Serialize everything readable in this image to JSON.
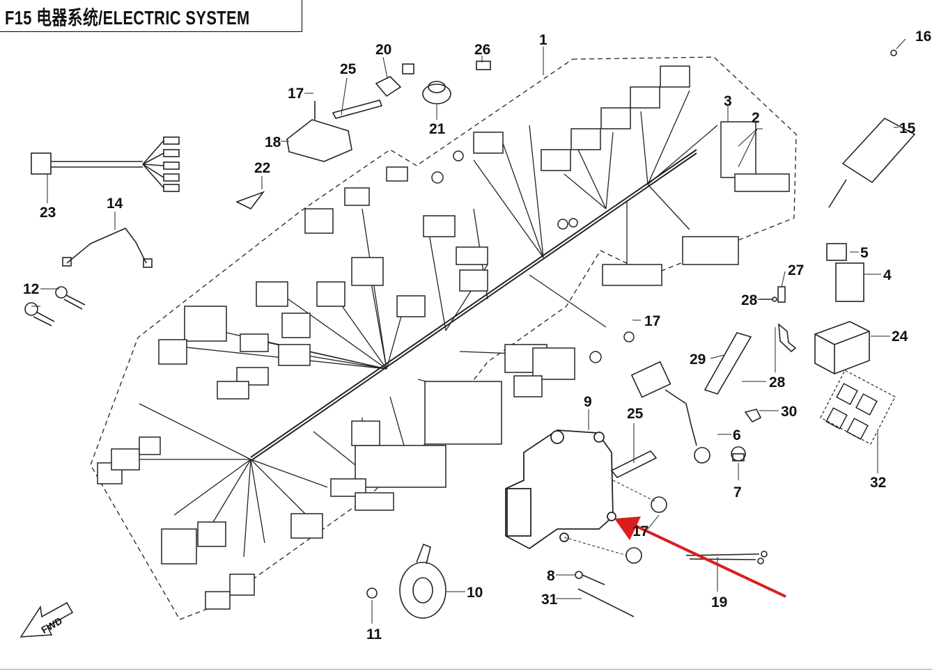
{
  "header": {
    "title": "F15 电器系统/ELECTRIC SYSTEM"
  },
  "fwd_label": "FWD",
  "arrow_color": "#d81e1e",
  "callouts": {
    "c1": "1",
    "c2": "2",
    "c3": "3",
    "c4": "4",
    "c5": "5",
    "c6": "6",
    "c7": "7",
    "c8": "8",
    "c9": "9",
    "c10": "10",
    "c11": "11",
    "c12": "12",
    "c14": "14",
    "c15": "15",
    "c16": "16",
    "c17a": "17",
    "c17b": "17",
    "c17c": "17",
    "c18": "18",
    "c19": "19",
    "c20": "20",
    "c21": "21",
    "c22": "22",
    "c23": "23",
    "c24": "24",
    "c25a": "25",
    "c25b": "25",
    "c26": "26",
    "c27": "27",
    "c28a": "28",
    "c28b": "28",
    "c29": "29",
    "c30": "30",
    "c31": "31",
    "c32": "32"
  }
}
